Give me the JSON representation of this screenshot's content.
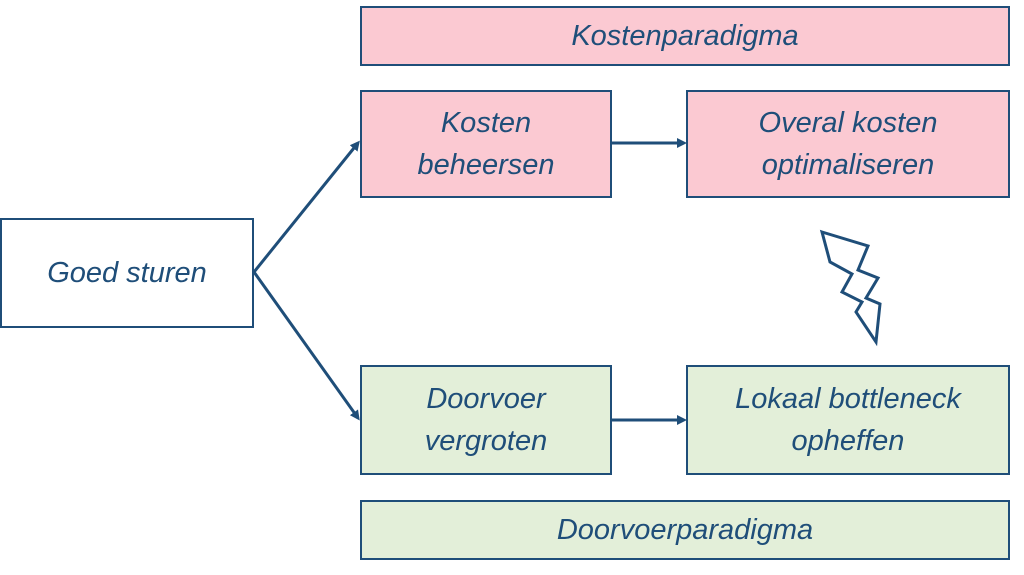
{
  "diagram": {
    "goed_sturen": "Goed sturen",
    "kostenparadigma": "Kostenparadigma",
    "kosten_beheersen": "Kosten\nbeheersen",
    "overal_kosten": "Overal kosten\noptimaliseren",
    "doorvoer_vergroten": "Doorvoer\nvergroten",
    "lokaal_bottleneck": "Lokaal bottleneck\nopheffen",
    "doorvoerparadigma": "Doorvoerparadigma"
  },
  "colors": {
    "stroke": "#1f4e79",
    "cost_fill": "#fbc9d2",
    "throughput_fill": "#e3efd9"
  },
  "icons": {
    "conflict": "lightning-bolt-icon"
  }
}
